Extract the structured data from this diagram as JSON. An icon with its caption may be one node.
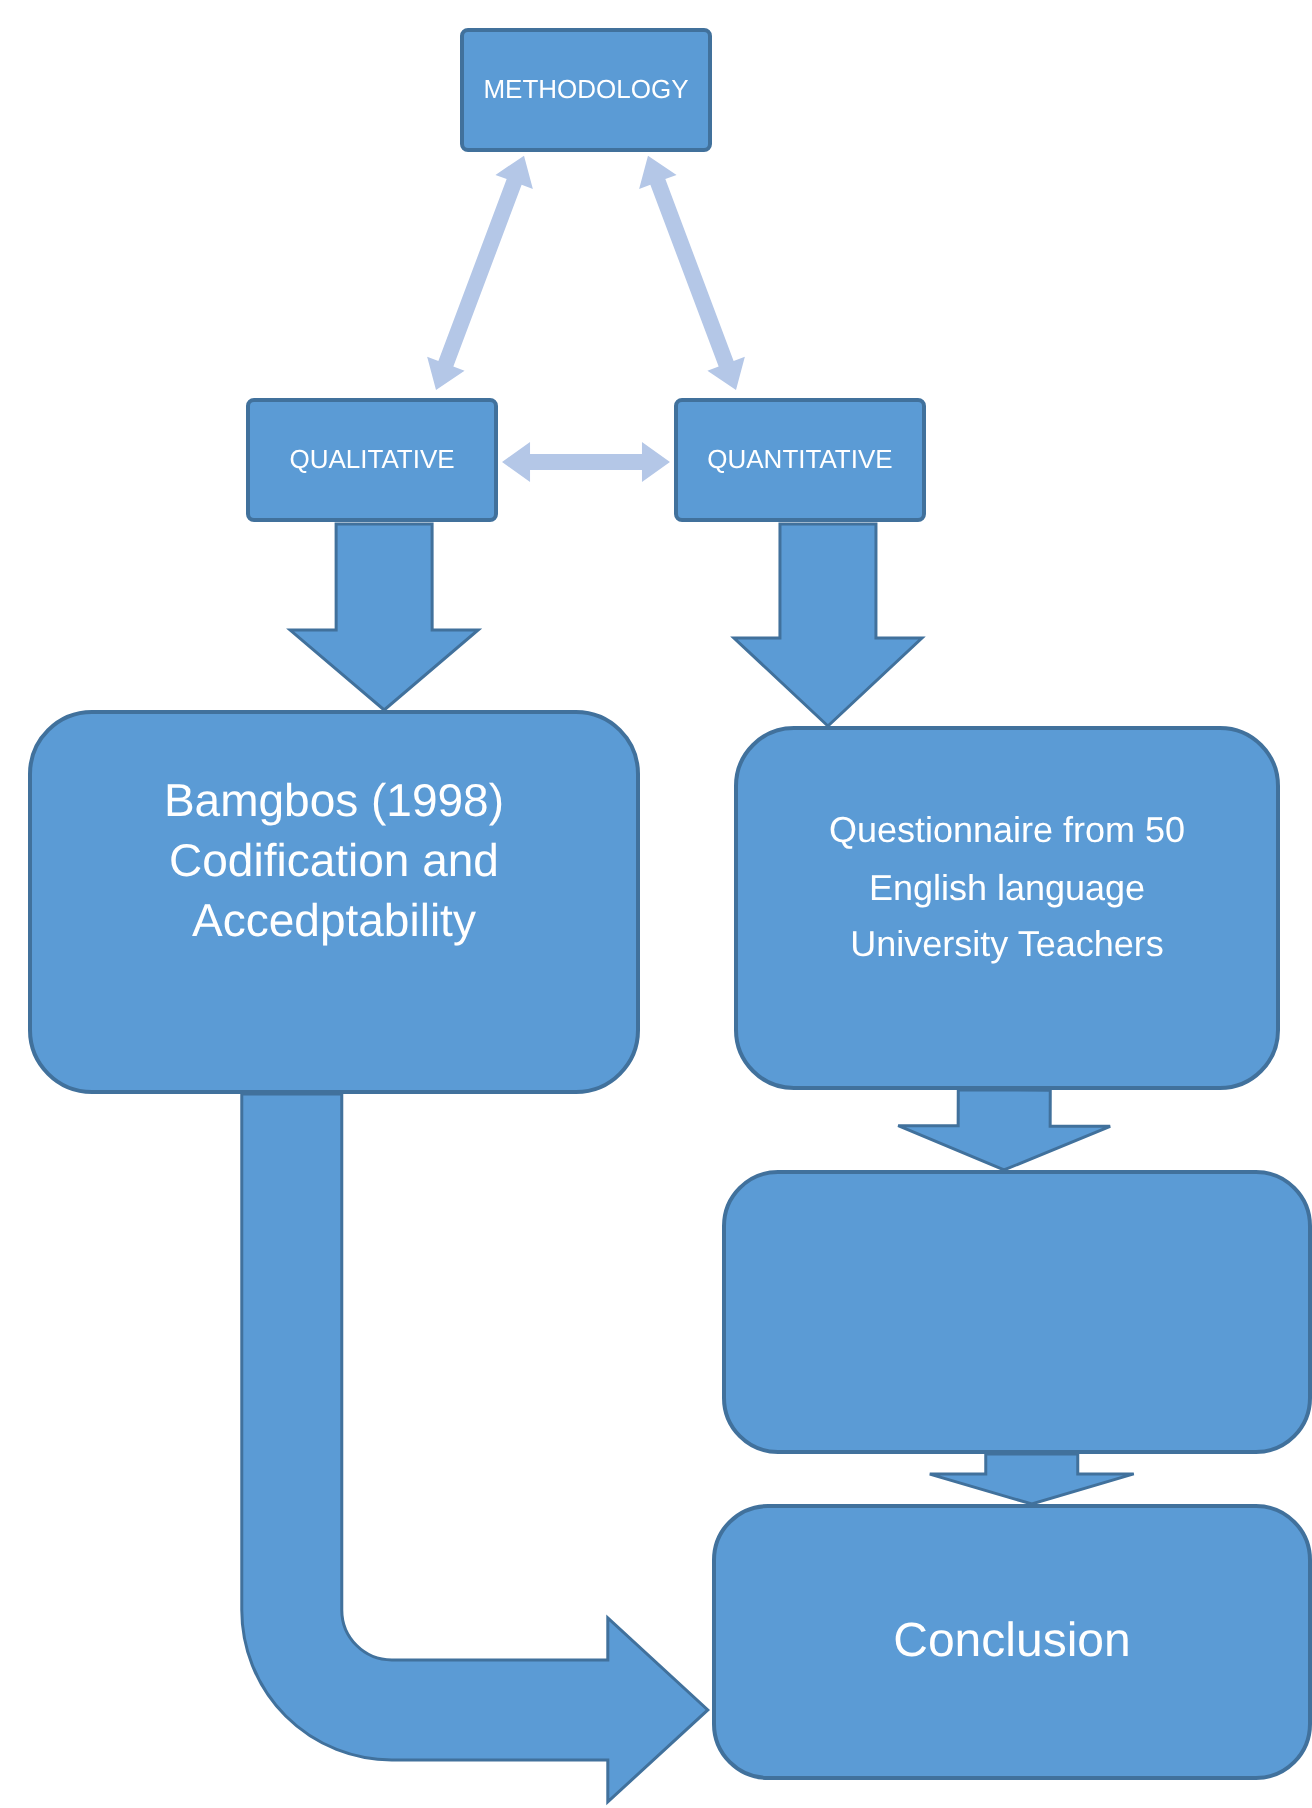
{
  "diagram": {
    "nodes": [
      {
        "text": [
          "METHODOLOGY"
        ]
      },
      {
        "text": [
          "QUALITATIVE"
        ]
      },
      {
        "text": [
          "QUANTITATIVE"
        ]
      },
      {
        "text": [
          "Bamgbos (1998) Codification and Accedptability"
        ]
      },
      {
        "text": [
          "Questionnaire from 50 English language University Teachers"
        ]
      },
      {
        "text": [],
        "shape": "box"
      },
      {
        "text": [
          "Conclusion"
        ]
      }
    ],
    "edges": [
      {
        "from": 0,
        "to": 1,
        "arrow": "both",
        "color": "#b4c7e7"
      },
      {
        "from": 0,
        "to": 2,
        "arrow": "both",
        "color": "#b4c7e7"
      },
      {
        "from": 1,
        "to": 2,
        "arrow": "both",
        "color": "#b4c7e7"
      },
      {
        "from": 1,
        "to": 3,
        "arrow": "to"
      },
      {
        "from": 2,
        "to": 4,
        "arrow": "to"
      },
      {
        "from": 4,
        "to": 5,
        "arrow": "to"
      },
      {
        "from": 5,
        "to": 6,
        "arrow": "to"
      },
      {
        "from": 3,
        "to": 6,
        "arrow": "to"
      }
    ]
  }
}
